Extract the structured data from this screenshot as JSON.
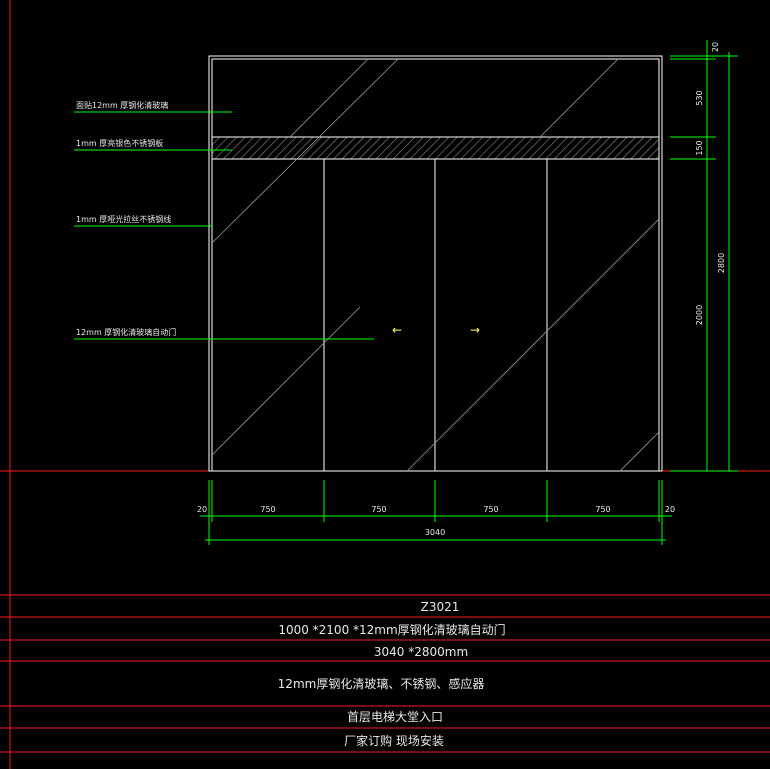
{
  "annotations": {
    "a1": "面贴12mm   厚钢化清玻璃",
    "a2": "1mm   厚亮银色不锈钢板",
    "a3": "1mm   厚哑光拉丝不锈钢线",
    "a4": "12mm   厚钢化清玻璃自动门"
  },
  "dims": {
    "bottom": [
      "20",
      "750",
      "750",
      "750",
      "750",
      "20"
    ],
    "total": "3040",
    "right": [
      "20",
      "530",
      "150",
      "2000",
      "2800"
    ]
  },
  "arrows": {
    "left": "←",
    "right": "→"
  },
  "title_block": {
    "code": "Z3021",
    "spec": "1000 *2100 *12mm厚钢化清玻璃自动门",
    "size": "3040 *2800mm",
    "material": "12mm厚钢化清玻璃、不锈钢、感应器",
    "location": "首层电梯大堂入口",
    "note": "厂家订购 现场安装"
  },
  "colors": {
    "frame": "#ffffff",
    "red": "#ff1a1a",
    "green": "#00ff00",
    "text": "#e8e8e8",
    "background": "#000000"
  }
}
